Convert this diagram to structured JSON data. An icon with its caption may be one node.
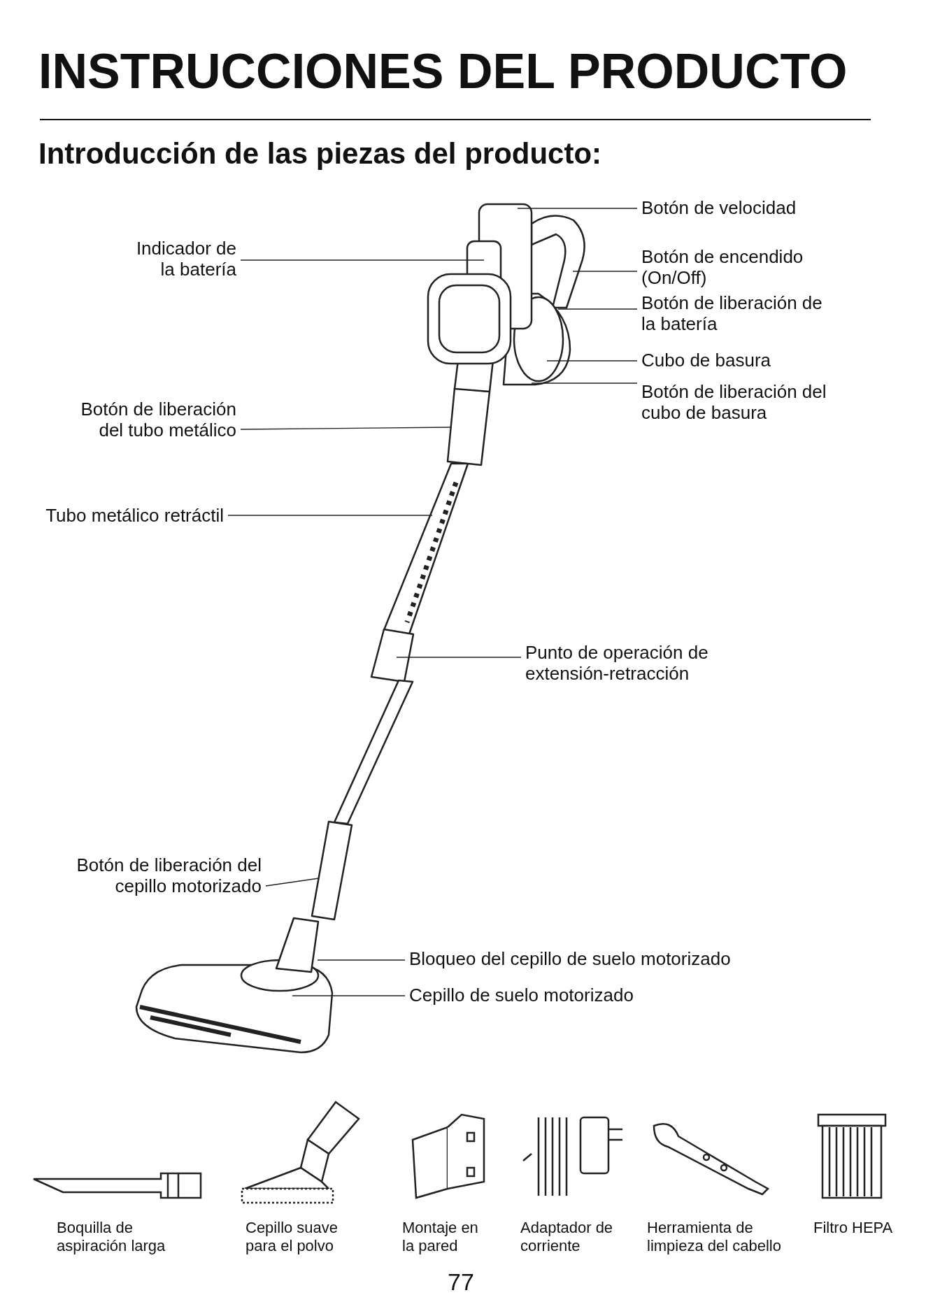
{
  "diagram": {
    "title": "INSTRUCCIONES DEL PRODUCTO",
    "nodes": [
      {
        "text": [
          "Botón de velocidad"
        ]
      },
      {
        "text": [
          "Indicador de la batería"
        ]
      },
      {
        "text": [
          "Botón de encendido (On/Off)"
        ]
      },
      {
        "text": [
          "Botón de liberación de la batería"
        ]
      },
      {
        "text": [
          "Cubo de basura"
        ]
      },
      {
        "text": [
          "Botón de liberación del cubo de basura"
        ]
      },
      {
        "text": [
          "Botón de liberación del tubo metálico"
        ]
      },
      {
        "text": [
          "Tubo metálico retráctil"
        ]
      },
      {
        "text": [
          "Punto de operación de extensión-retracción"
        ]
      },
      {
        "text": [
          "Botón de liberación del cepillo motorizado"
        ]
      },
      {
        "text": [
          "Bloqueo del cepillo de suelo motorizado"
        ]
      },
      {
        "text": [
          "Cepillo de suelo motorizado"
        ]
      }
    ],
    "edges": [
      {
        "from": 0,
        "to": null,
        "arrow": "none"
      },
      {
        "from": 1,
        "to": null,
        "arrow": "none"
      },
      {
        "from": 2,
        "to": null,
        "arrow": "none"
      },
      {
        "from": 3,
        "to": null,
        "arrow": "none"
      },
      {
        "from": 4,
        "to": null,
        "arrow": "none"
      },
      {
        "from": 5,
        "to": null,
        "arrow": "none"
      },
      {
        "from": 6,
        "to": null,
        "arrow": "none"
      },
      {
        "from": 7,
        "to": null,
        "arrow": "none"
      },
      {
        "from": 8,
        "to": null,
        "arrow": "none"
      },
      {
        "from": 9,
        "to": null,
        "arrow": "none"
      },
      {
        "from": 10,
        "to": null,
        "arrow": "none"
      },
      {
        "from": 11,
        "to": null,
        "arrow": "none"
      }
    ],
    "labels": [
      "Introducción de las piezas del producto:",
      "Boquilla de aspiración larga",
      "Cepillo suave para el polvo",
      "Montaje en la pared",
      "Adaptador de corriente",
      "Herramienta de limpieza del cabello",
      "Filtro HEPA",
      "77"
    ]
  }
}
